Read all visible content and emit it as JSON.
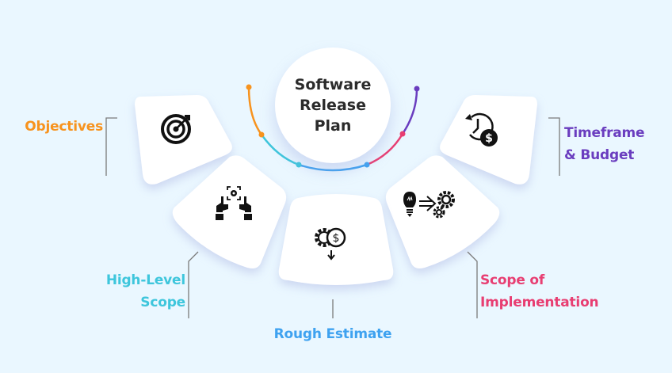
{
  "diagram": {
    "title_lines": [
      "Software",
      "Release",
      "Plan"
    ],
    "steps": [
      {
        "id": "objectives",
        "label_lines": [
          "Objectives"
        ],
        "color": "#f7931e",
        "icon": "target-icon"
      },
      {
        "id": "high-level-scope",
        "label_lines": [
          "High-Level",
          "Scope"
        ],
        "color": "#3ec6dc",
        "icon": "hands-gear-icon"
      },
      {
        "id": "rough-estimate",
        "label_lines": [
          "Rough Estimate"
        ],
        "color": "#3ea2f0",
        "icon": "gear-dollar-icon"
      },
      {
        "id": "scope-of-implementation",
        "label_lines": [
          "Scope of",
          "Implementation"
        ],
        "color": "#e83e72",
        "icon": "bulb-to-gears-icon"
      },
      {
        "id": "timeframe-budget",
        "label_lines": [
          "Timeframe",
          "& Budget"
        ],
        "color": "#6a3dbf",
        "icon": "clock-dollar-icon"
      }
    ],
    "arc_colors": [
      "#f7931e",
      "#3ec6dc",
      "#3ea2f0",
      "#e83e72",
      "#6a3dbf"
    ],
    "background": "#eaf7ff",
    "connector_color": "#7a7a7a",
    "icon_color": "#111111"
  }
}
